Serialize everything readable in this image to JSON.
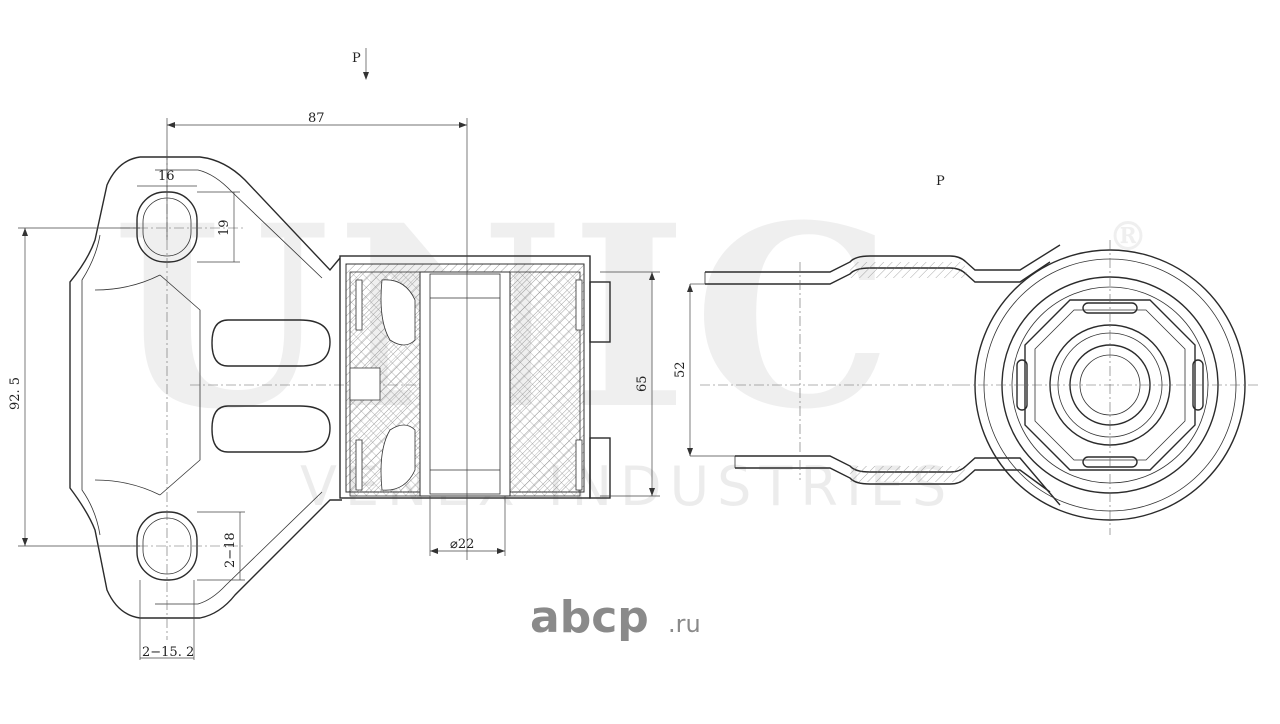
{
  "watermark": {
    "brand": "UNIC",
    "registered": "®",
    "tagline": "VENEX INDUSTRIES"
  },
  "labels": {
    "p_left": "P",
    "p_right": "P"
  },
  "dimensions": {
    "width_87": "87",
    "hole_16": "16",
    "hole_19": "19",
    "height_92_5": "92. 5",
    "bush_65": "65",
    "slot_2_18": "2−18",
    "slot_2_15_2": "2−15. 2",
    "bore_22": "⌀22",
    "arm_52": "52"
  },
  "logo": {
    "name": "abcp",
    "suffix": ".ru"
  }
}
